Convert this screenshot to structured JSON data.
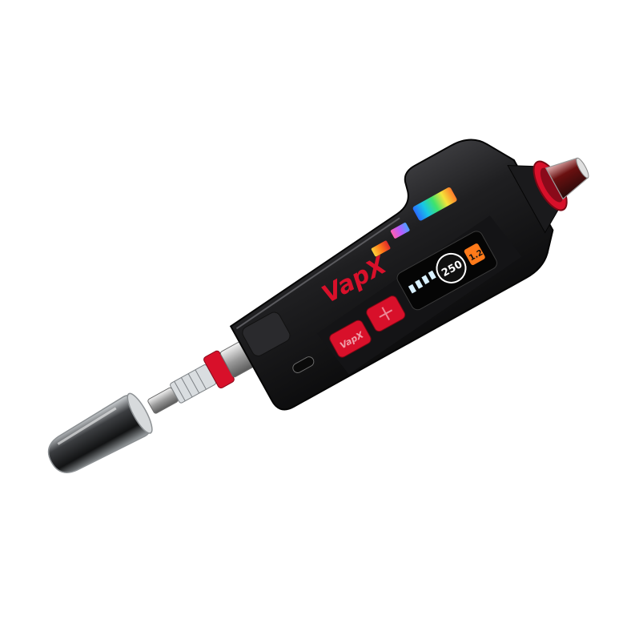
{
  "product": {
    "brand_logo": "VapX",
    "screen_readout": "250",
    "screen_badge": "1.2",
    "fire_button_label": "VapX"
  },
  "colors": {
    "body": "#1d1d1f",
    "accent_red": "#d8102a",
    "background": "#ffffff"
  }
}
